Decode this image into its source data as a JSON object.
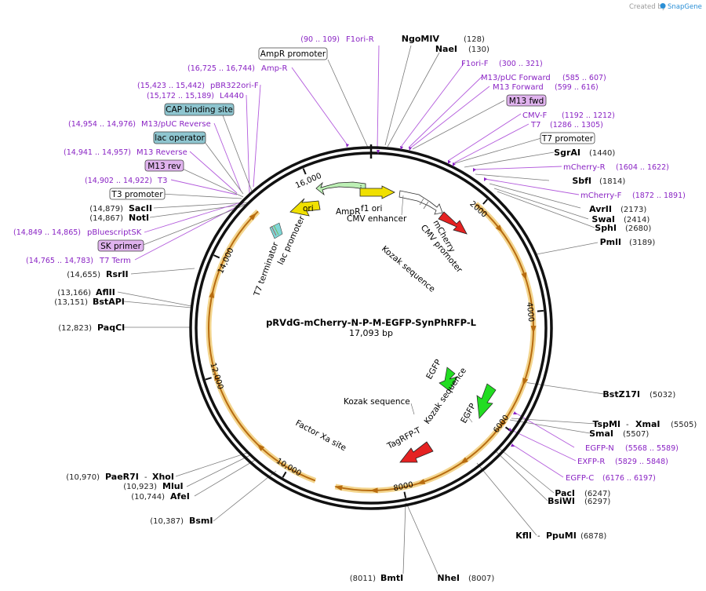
{
  "credit": {
    "prefix": "Created by",
    "brand": "SnapGene"
  },
  "plasmid": {
    "name": "pRVdG-mCherry-N-P-M-EGFP-SynPhRFP-L",
    "length": "17,093 bp"
  },
  "ticks": [
    "2000",
    "4000",
    "6000",
    "8000",
    "10,000",
    "12,000",
    "14,000",
    "16,000"
  ],
  "colors": {
    "enzyme": "#000000",
    "primer": "#8a24c4",
    "cds_green": "#33cc33",
    "cds_red": "#e52222",
    "ori": "#f0e000",
    "ampr": "#bdf0b5",
    "orf_arc": "#e5a33a",
    "cap_box": "#8ec5cf",
    "primer_box": "#e0b3ee"
  },
  "enzymes": {
    "ngomiv": {
      "name": "NgoMIV",
      "pos": "(128)"
    },
    "naei": {
      "name": "NaeI",
      "pos": "(130)"
    },
    "sgrai": {
      "name": "SgrAI",
      "pos": "(1440)"
    },
    "sbfi": {
      "name": "SbfI",
      "pos": "(1814)"
    },
    "avrii": {
      "name": "AvrII",
      "pos": "(2173)"
    },
    "swai": {
      "name": "SwaI",
      "pos": "(2414)"
    },
    "sphi": {
      "name": "SphI",
      "pos": "(2680)"
    },
    "pmli": {
      "name": "PmlI",
      "pos": "(3189)"
    },
    "bstz17i": {
      "name": "BstZ17I",
      "pos": "(5032)"
    },
    "tspmi": {
      "name": "TspMI",
      "sep": "-",
      "name2": "XmaI",
      "pos": "(5505)"
    },
    "smai": {
      "name": "SmaI",
      "pos": "(5507)"
    },
    "paci": {
      "name": "PacI",
      "pos": "(6247)"
    },
    "bsiwi": {
      "name": "BsiWI",
      "pos": "(6297)"
    },
    "kfli": {
      "name": "KflI",
      "sep": "-",
      "name2": "PpuMI",
      "pos": "(6878)"
    },
    "nhei": {
      "name": "NheI",
      "pos": "(8007)"
    },
    "bmti": {
      "name": "BmtI",
      "pos": "(8011)"
    },
    "bsmi": {
      "name": "BsmI",
      "pos": "(10,387)"
    },
    "afei": {
      "name": "AfeI",
      "pos": "(10,744)"
    },
    "mlui": {
      "name": "MluI",
      "pos": "(10,923)"
    },
    "paer7i": {
      "name": "PaeR7I",
      "sep": "-",
      "name2": "XhoI",
      "pos": "(10,970)"
    },
    "paqci": {
      "name": "PaqCI",
      "pos": "(12,823)"
    },
    "bstapi": {
      "name": "BstAPI",
      "pos": "(13,151)"
    },
    "aflii": {
      "name": "AflII",
      "pos": "(13,166)"
    },
    "rsrii": {
      "name": "RsrII",
      "pos": "(14,655)"
    },
    "noti": {
      "name": "NotI",
      "pos": "(14,867)"
    },
    "sacii": {
      "name": "SacII",
      "pos": "(14,879)"
    }
  },
  "primers": {
    "f1ori_r": {
      "name": "F1ori-R",
      "pos": "(90 .. 109)"
    },
    "ampr_p": {
      "name": "Amp-R",
      "pos": "(16,725 .. 16,744)"
    },
    "pbr322": {
      "name": "pBR322ori-F",
      "pos": "(15,423 .. 15,442)"
    },
    "l4440": {
      "name": "L4440",
      "pos": "(15,172 .. 15,189)"
    },
    "m13puc_rev": {
      "name": "M13/pUC Reverse",
      "pos": "(14,954 .. 14,976)"
    },
    "m13_rev": {
      "name": "M13 Reverse",
      "pos": "(14,941 .. 14,957)"
    },
    "t3": {
      "name": "T3",
      "pos": "(14,902 .. 14,922)"
    },
    "pbluescript": {
      "name": "pBluescriptSK",
      "pos": "(14,849 .. 14,865)"
    },
    "t7term": {
      "name": "T7 Term",
      "pos": "(14,765 .. 14,783)"
    },
    "f1ori_f": {
      "name": "F1ori-F",
      "pos": "(300 .. 321)"
    },
    "m13puc_fwd": {
      "name": "M13/pUC Forward",
      "pos": "(585 .. 607)"
    },
    "m13_fwd": {
      "name": "M13 Forward",
      "pos": "(599 .. 616)"
    },
    "cmv_f": {
      "name": "CMV-F",
      "pos": "(1192 .. 1212)"
    },
    "t7": {
      "name": "T7",
      "pos": "(1286 .. 1305)"
    },
    "mcherry_r": {
      "name": "mCherry-R",
      "pos": "(1604 .. 1622)"
    },
    "mcherry_f": {
      "name": "mCherry-F",
      "pos": "(1872 .. 1891)"
    },
    "egfp_n": {
      "name": "EGFP-N",
      "pos": "(5568 .. 5589)"
    },
    "exfp_r": {
      "name": "EXFP-R",
      "pos": "(5829 .. 5848)"
    },
    "egfp_c": {
      "name": "EGFP-C",
      "pos": "(6176 .. 6197)"
    }
  },
  "boxes": {
    "ampr_promoter": "AmpR promoter",
    "cap": "CAP binding site",
    "lac_op": "lac operator",
    "m13rev": "M13 rev",
    "t3prom": "T3 promoter",
    "skprimer": "SK primer",
    "m13fwd": "M13 fwd",
    "t7prom": "T7 promoter"
  },
  "features": {
    "ampr": "AmpR",
    "ori": "ori",
    "f1ori": "f1 ori",
    "cmv_enh": "CMV enhancer",
    "mcherry": "mCherry",
    "cmv_prom": "CMV promoter",
    "kozak1": "Kozak sequence",
    "lac_prom": "lac promoter",
    "t7_term": "T7 terminator",
    "egfp1": "EGFP",
    "egfp2": "EGFP",
    "kozak2": "Kozak sequence",
    "kozak3": "Kozak sequence",
    "tagrfp": "TagRFP-T",
    "factorxa": "Factor Xa site"
  }
}
